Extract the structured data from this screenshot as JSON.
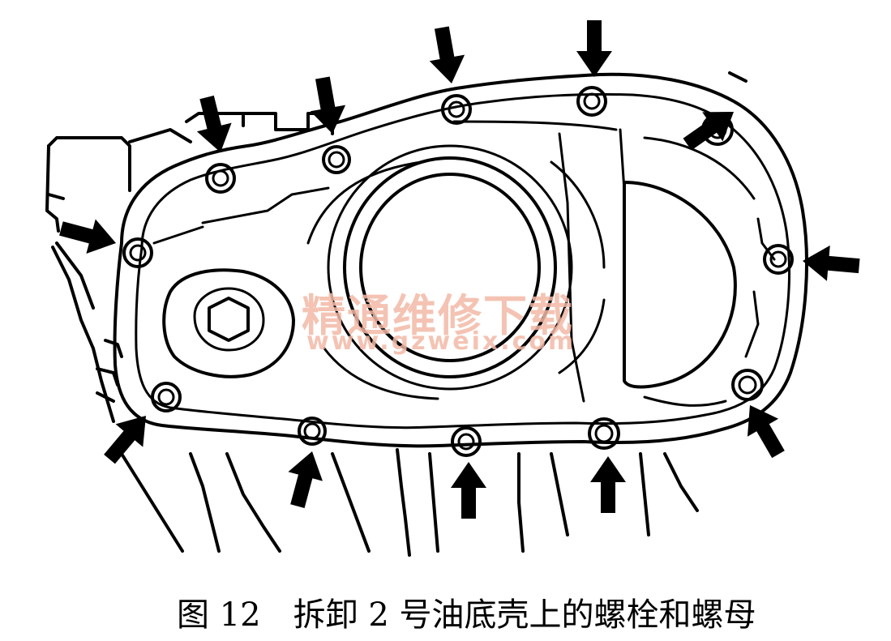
{
  "figure": {
    "number_label": "图 12",
    "caption_text": "拆卸 2 号油底壳上的螺栓和螺母"
  },
  "watermark": {
    "site_name": "精通维修下载",
    "url": "www.gzweix.com",
    "color": "#f3b9a6"
  },
  "colors": {
    "line": "#000000",
    "background": "#ffffff"
  }
}
